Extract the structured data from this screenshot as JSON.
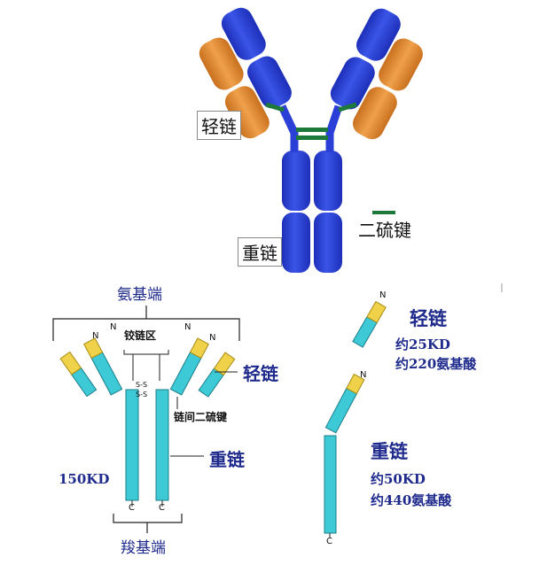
{
  "top_figure": {
    "light_chain_label": "轻链",
    "heavy_chain_label": "重链",
    "disulfide_label": "二硫键"
  },
  "bottom_figure": {
    "amino_terminal": "氨基端",
    "hinge_region": "铰链区",
    "light_chain": "轻链",
    "interchain_disulfide": "链间二硫键",
    "heavy_chain": "重链",
    "molecular_weight": "150KD",
    "carboxyl_terminal": "羧基端",
    "n_marker": "N",
    "c_marker": "C",
    "ss_marker": "S-S"
  },
  "right_figure": {
    "light_chain": "轻链",
    "light_weight": "约25KD",
    "light_residues": "约220氨基酸",
    "heavy_chain": "重链",
    "heavy_weight": "约50KD",
    "heavy_residues": "约440氨基酸"
  },
  "colors": {
    "heavy_blue": "#2a3fd6",
    "heavy_blue_light": "#5a78f0",
    "light_orange": "#e8923a",
    "disulfide_green": "#1e7a3a",
    "cyan_domain": "#3ec9d6",
    "yellow_domain": "#f0d24a",
    "text_blue": "#1f2b8c"
  }
}
